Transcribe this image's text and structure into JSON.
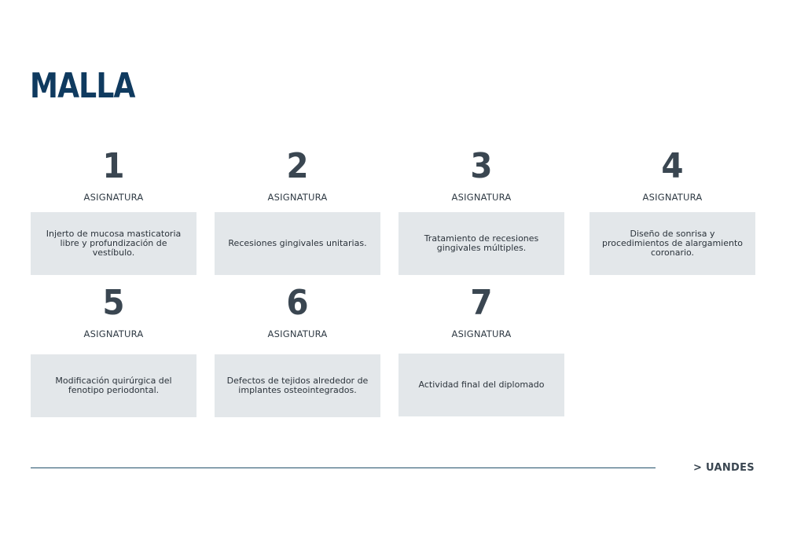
{
  "title": "MALLA",
  "modules": [
    {
      "number": "1",
      "subtitle": "ASIGNATURA",
      "description": "Injerto de mucosa masticatoria libre y profundización de vestíbulo."
    },
    {
      "number": "2",
      "subtitle": "ASIGNATURA",
      "description": "Recesiones gingivales unitarias."
    },
    {
      "number": "3",
      "subtitle": "ASIGNATURA",
      "description": "Tratamiento de recesiones gingivales múltiples."
    },
    {
      "number": "4",
      "subtitle": "ASIGNATURA",
      "description": "Diseño de sonrisa y procedimientos de alargamiento coronario."
    },
    {
      "number": "5",
      "subtitle": "ASIGNATURA",
      "description": "Modificación quirúrgica del fenotipo periodontal."
    },
    {
      "number": "6",
      "subtitle": "ASIGNATURA",
      "description": "Defectos de tejidos alrededor de implantes osteointegrados."
    },
    {
      "number": "7",
      "subtitle": "ASIGNATURA",
      "description": "Actividad final del diplomado"
    }
  ],
  "footer": {
    "brand": "> UANDES"
  },
  "colors": {
    "title": "#0f3a5f",
    "box_background": "#e3e7ea",
    "number": "#3a4651",
    "rule": "#23526b"
  }
}
